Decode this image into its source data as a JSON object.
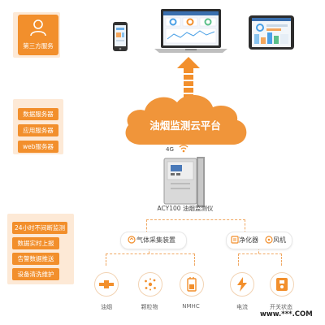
{
  "left_panels": {
    "third_party": "第三方服务",
    "servers": [
      "数据服务器",
      "应用服务器",
      "web服务器"
    ],
    "features": [
      "24小时不间断监测",
      "数据实时上报",
      "告警数据推送",
      "设备清洗维护"
    ]
  },
  "cloud": {
    "label": "油烟监测云平台"
  },
  "network": {
    "label": "4G"
  },
  "device": {
    "label": "ACY100 油烟监测仪"
  },
  "modules": {
    "gas": "气体采集装置",
    "purifier": "净化器",
    "fan": "风机"
  },
  "sensors": [
    {
      "label": "油烟",
      "icon": "oil-smoke-icon"
    },
    {
      "label": "颗粒物",
      "icon": "particle-icon"
    },
    {
      "label": "NMHC",
      "icon": "nmhc-icon"
    },
    {
      "label": "电流",
      "icon": "current-icon"
    },
    {
      "label": "开关状态",
      "icon": "switch-icon"
    }
  ],
  "watermark": "www.***.COM",
  "colors": {
    "accent": "#f28f2c",
    "panel": "#fde9d6",
    "cloud": "#f0953a"
  }
}
